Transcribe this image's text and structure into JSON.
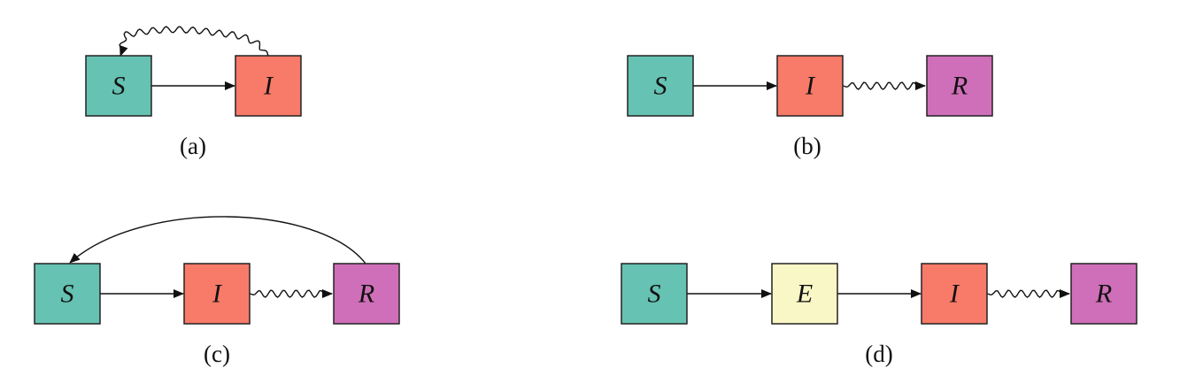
{
  "colors": {
    "S": "#66c2b2",
    "I": "#f87a68",
    "R": "#cf6fb9",
    "E": "#faf7c6"
  },
  "panels": [
    {
      "caption": "(a)",
      "nodes": [
        "S",
        "I"
      ]
    },
    {
      "caption": "(b)",
      "nodes": [
        "S",
        "I",
        "R"
      ]
    },
    {
      "caption": "(c)",
      "nodes": [
        "S",
        "I",
        "R"
      ]
    },
    {
      "caption": "(d)",
      "nodes": [
        "S",
        "E",
        "I",
        "R"
      ]
    }
  ]
}
